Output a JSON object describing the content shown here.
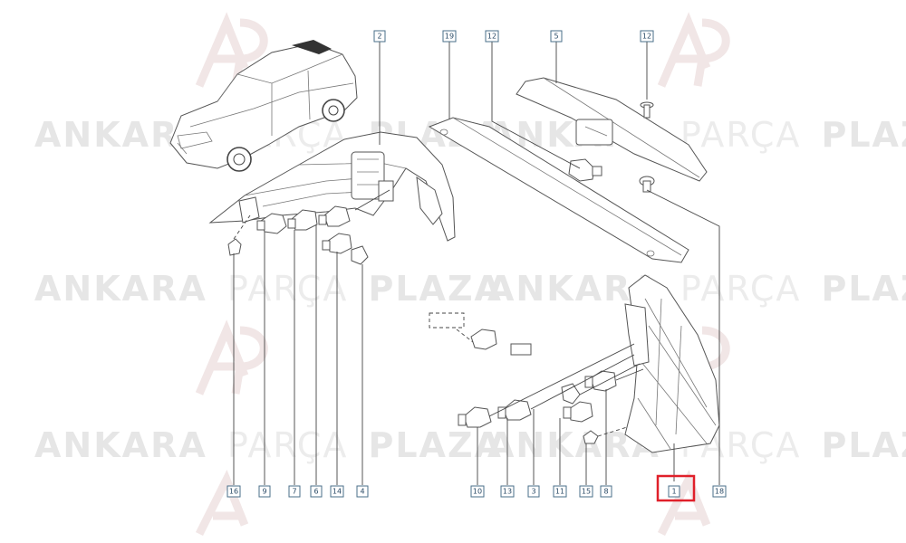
{
  "watermark": {
    "word1": "ANKARA",
    "word2": "PARÇA",
    "word3": "PLAZA",
    "logo": "AP-logo"
  },
  "callouts": [
    {
      "id": "c2",
      "label": "2"
    },
    {
      "id": "c19",
      "label": "19"
    },
    {
      "id": "c12a",
      "label": "12"
    },
    {
      "id": "c5",
      "label": "5"
    },
    {
      "id": "c12b",
      "label": "12"
    },
    {
      "id": "c16",
      "label": "16"
    },
    {
      "id": "c9",
      "label": "9"
    },
    {
      "id": "c7",
      "label": "7"
    },
    {
      "id": "c6",
      "label": "6"
    },
    {
      "id": "c14",
      "label": "14"
    },
    {
      "id": "c4",
      "label": "4"
    },
    {
      "id": "c10",
      "label": "10"
    },
    {
      "id": "c13",
      "label": "13"
    },
    {
      "id": "c3",
      "label": "3"
    },
    {
      "id": "c11",
      "label": "11"
    },
    {
      "id": "c15",
      "label": "15"
    },
    {
      "id": "c8",
      "label": "8"
    },
    {
      "id": "c1",
      "label": "1",
      "highlighted": true
    },
    {
      "id": "c18",
      "label": "18"
    }
  ],
  "colors": {
    "highlight": "#e0202a",
    "callout_border": "#4a6f8a",
    "line": "#444444"
  }
}
